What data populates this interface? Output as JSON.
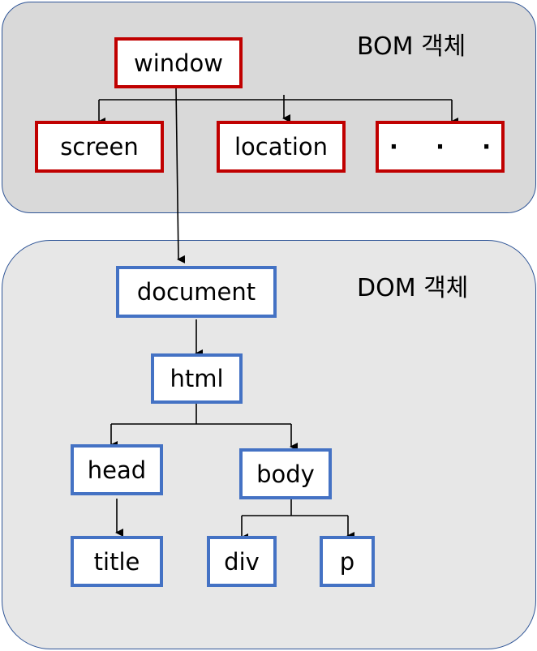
{
  "bom": {
    "title": "BOM 객체",
    "nodes": {
      "window": "window",
      "screen": "screen",
      "location": "location",
      "more": "· · ·"
    }
  },
  "dom": {
    "title": "DOM 객체",
    "nodes": {
      "document": "document",
      "html": "html",
      "head": "head",
      "body": "body",
      "title": "title",
      "div": "div",
      "p": "p"
    }
  },
  "colors": {
    "bom_border": "#c00000",
    "dom_border": "#4472c4",
    "panel_border": "#2f5597",
    "bom_fill": "#d9d9d9",
    "dom_fill": "#e7e7e7"
  }
}
